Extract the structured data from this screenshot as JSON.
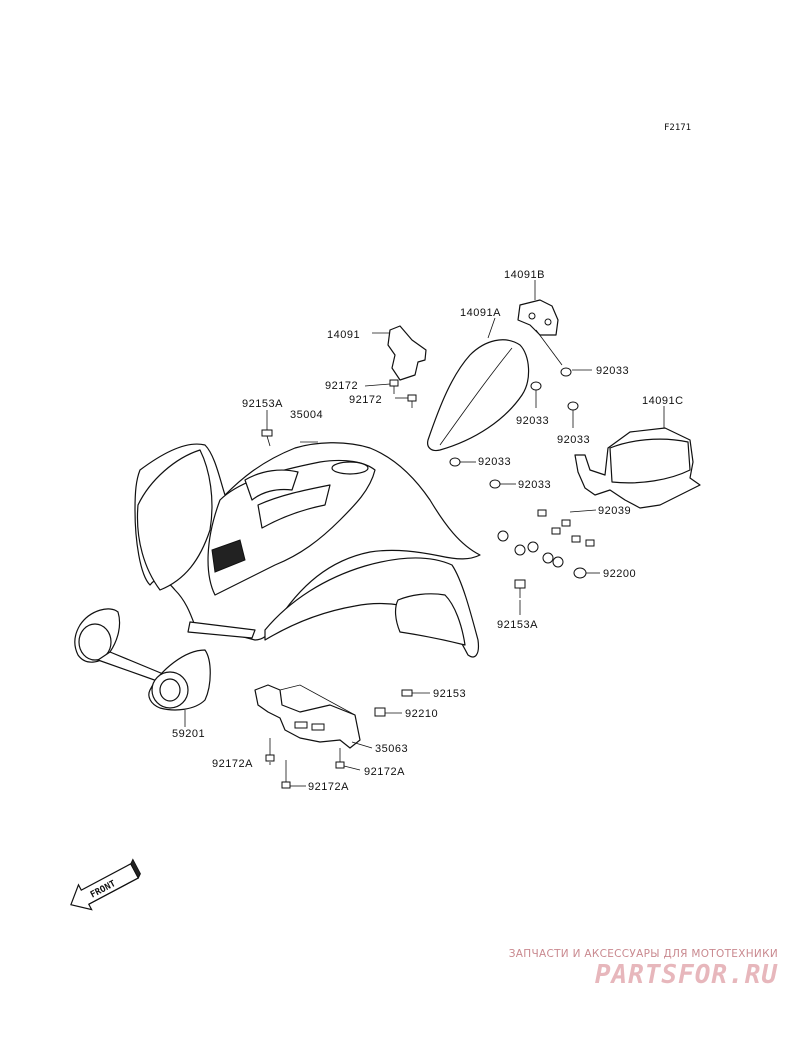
{
  "figure_code": "F2171",
  "labels": {
    "p14091B": "14091B",
    "p14091A": "14091A",
    "p14091": "14091",
    "p92033_a": "92033",
    "p92172_a": "92172",
    "p92172_b": "92172",
    "p92153A_a": "92153A",
    "p35004": "35004",
    "p92033_b": "92033",
    "p92033_c": "92033",
    "p14091C": "14091C",
    "p92033_d": "92033",
    "p92033_e": "92033",
    "p92039": "92039",
    "p92200": "92200",
    "p92153A_b": "92153A",
    "p59201": "59201",
    "p92153": "92153",
    "p92210": "92210",
    "p35063": "35063",
    "p92172A_a": "92172A",
    "p92172A_b": "92172A",
    "p92172A_c": "92172A"
  },
  "front_arrow": "FRONT",
  "watermark": {
    "tagline": "ЗАПЧАСТИ И АКСЕССУАРЫ ДЛЯ МОТОТЕХНИКИ",
    "brand": "PARTSFOR.RU"
  },
  "colors": {
    "line": "#111111",
    "watermark_text": "#c9898f",
    "watermark_brand": "#e7b7bc"
  }
}
